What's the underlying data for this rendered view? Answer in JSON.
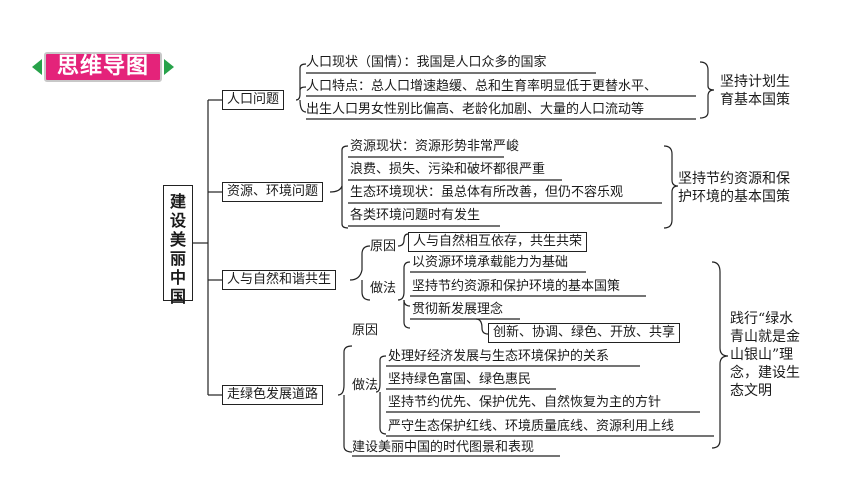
{
  "title": "思维导图",
  "root": [
    "建",
    "设",
    "美",
    "丽",
    "中",
    "国"
  ],
  "branch1": {
    "label": "人口问题",
    "items": [
      "人口现状（国情）：我国是人口众多的国家",
      "人口特点：总人口增速趋缓、总和生育率明显低于更替水平、",
      "出生人口男女性别比偏高、老龄化加剧、大量的人口流动等"
    ],
    "policy": [
      "坚持计划生",
      "育基本国策"
    ]
  },
  "branch2": {
    "label": "资源、环境问题",
    "items": [
      "资源现状：资源形势非常严峻",
      "浪费、损失、污染和破坏都很严重",
      "生态环境现状：虽总体有所改善，但仍不容乐观",
      "各类环境问题时有发生"
    ],
    "policy": [
      "坚持节约资源和保",
      "护环境的基本国策"
    ]
  },
  "branch3": {
    "label": "人与自然和谐共生",
    "reason_label": "原因",
    "reason": "人与自然相互依存，共生共荣",
    "method_label": "做法",
    "methods": [
      "以资源环境承载能力为基础",
      "坚持节约资源和保护环境的基本国策",
      "贯彻新发展理念"
    ],
    "concept": "创新、协调、绿色、开放、共享"
  },
  "branch4": {
    "label": "走绿色发展道路",
    "reason_label": "原因",
    "method_label": "做法",
    "methods": [
      "处理好经济发展与生态环境保护的关系",
      "坚持绿色富国、绿色惠民",
      "坚持节约优先、保护优先、自然恢复为主的方针",
      "严守生态保护红线、环境质量底线、资源利用上线"
    ],
    "vision": "建设美丽中国的时代图景和表现"
  },
  "side_note": [
    "践行“绿水",
    "青山就是金",
    "山银山”理",
    "念，建设生",
    "态文明"
  ]
}
